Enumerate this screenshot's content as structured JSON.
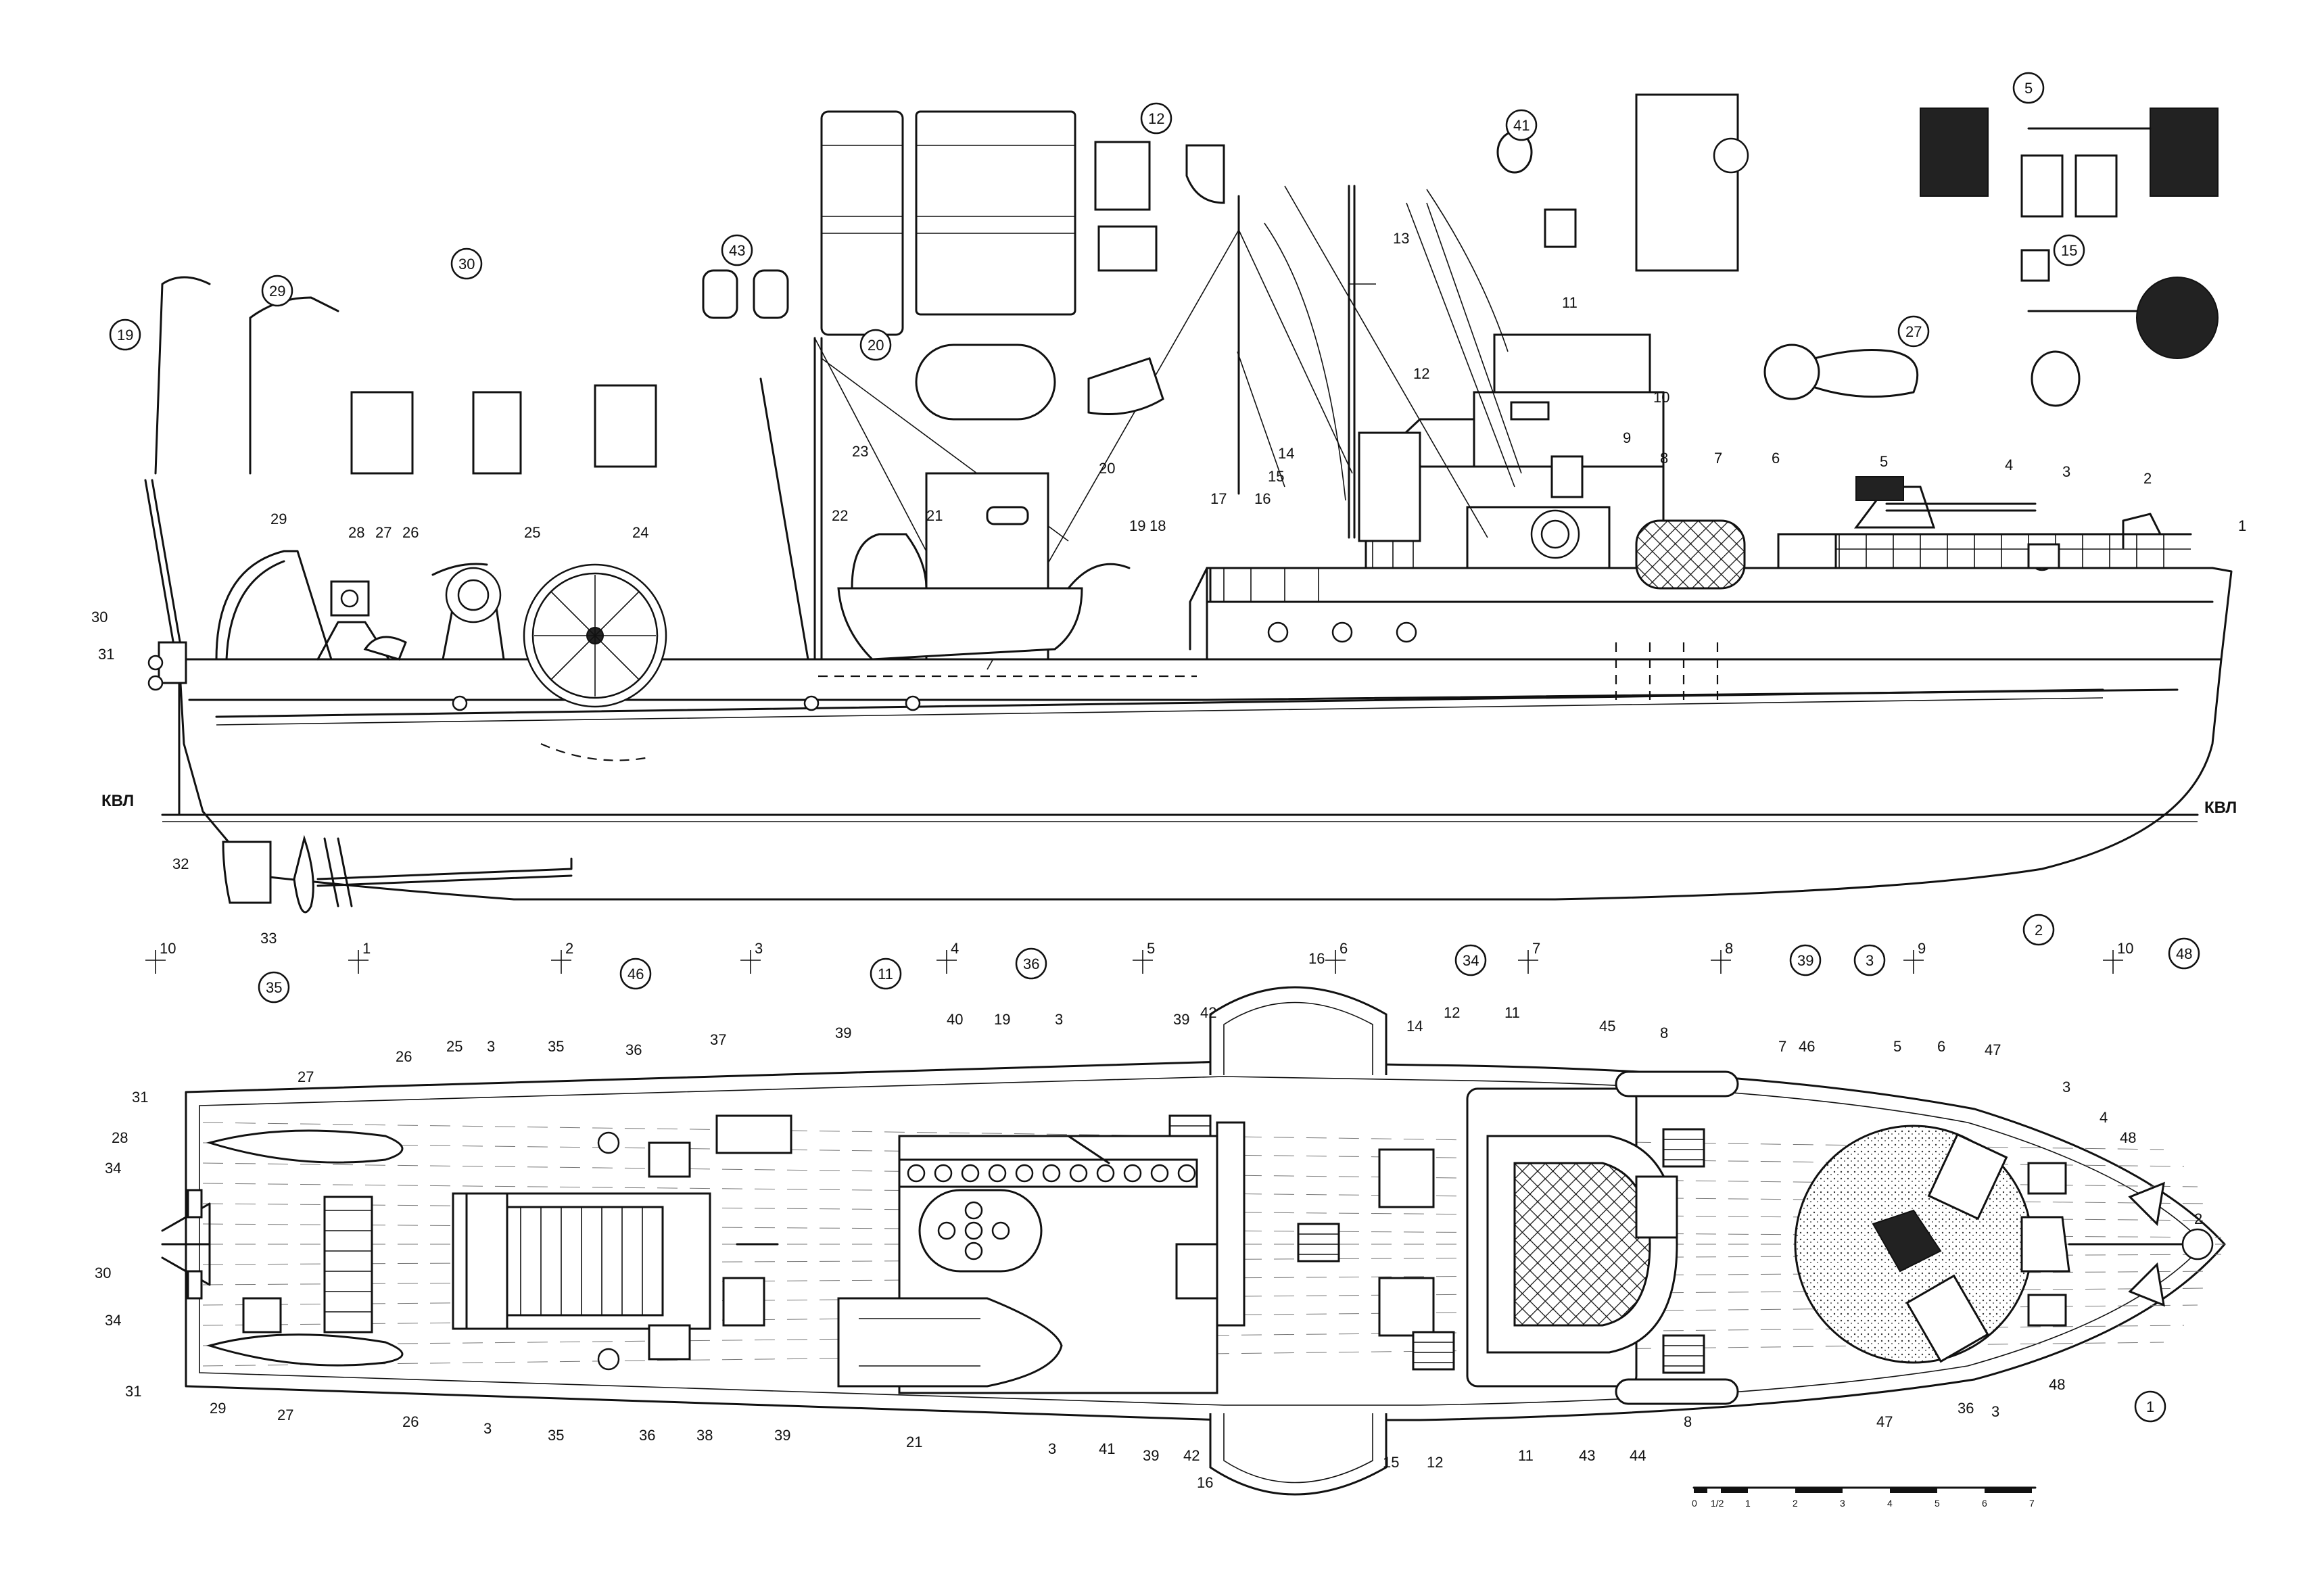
{
  "waterline_label": "КВЛ",
  "side_view_callouts": [
    {
      "id": "c1",
      "text": "1"
    },
    {
      "id": "c2",
      "text": "2"
    },
    {
      "id": "c3",
      "text": "3"
    },
    {
      "id": "c4",
      "text": "4"
    },
    {
      "id": "c5",
      "text": "5"
    },
    {
      "id": "c6",
      "text": "6"
    },
    {
      "id": "c7",
      "text": "7"
    },
    {
      "id": "c8",
      "text": "8"
    },
    {
      "id": "c9",
      "text": "9"
    },
    {
      "id": "c10",
      "text": "10"
    },
    {
      "id": "c11",
      "text": "11"
    },
    {
      "id": "c12",
      "text": "12"
    },
    {
      "id": "c13",
      "text": "13"
    },
    {
      "id": "c14",
      "text": "14"
    },
    {
      "id": "c15",
      "text": "15"
    },
    {
      "id": "c16",
      "text": "16"
    },
    {
      "id": "c17",
      "text": "17"
    },
    {
      "id": "c18",
      "text": "18"
    },
    {
      "id": "c19",
      "text": "19"
    },
    {
      "id": "c20",
      "text": "20"
    },
    {
      "id": "c21",
      "text": "21"
    },
    {
      "id": "c22",
      "text": "22"
    },
    {
      "id": "c23",
      "text": "23"
    },
    {
      "id": "c24",
      "text": "24"
    },
    {
      "id": "c25",
      "text": "25"
    },
    {
      "id": "c26",
      "text": "26"
    },
    {
      "id": "c27",
      "text": "27"
    },
    {
      "id": "c28",
      "text": "28"
    },
    {
      "id": "c29",
      "text": "29"
    },
    {
      "id": "c30",
      "text": "30"
    },
    {
      "id": "c31",
      "text": "31"
    },
    {
      "id": "c32",
      "text": "32"
    },
    {
      "id": "c33",
      "text": "33"
    }
  ],
  "detail_circles": [
    "19",
    "29",
    "30",
    "43",
    "20",
    "12",
    "41",
    "5",
    "15",
    "27",
    "35",
    "46",
    "11",
    "36",
    "34",
    "39",
    "3",
    "2",
    "48",
    "1"
  ],
  "section_marks": [
    "10",
    "1",
    "2",
    "3",
    "4",
    "5",
    "6",
    "7",
    "8",
    "9",
    "10"
  ],
  "plan_callouts": [
    "31",
    "28",
    "34",
    "30",
    "34",
    "31",
    "29",
    "27",
    "26",
    "3",
    "35",
    "36",
    "38",
    "39",
    "21",
    "3",
    "41",
    "39",
    "42",
    "16",
    "15",
    "12",
    "11",
    "43",
    "44",
    "8",
    "36",
    "3",
    "48",
    "47",
    "27",
    "26",
    "25",
    "3",
    "35",
    "36",
    "37",
    "39",
    "40",
    "19",
    "3",
    "39",
    "42",
    "16",
    "14",
    "12",
    "11",
    "45",
    "8",
    "7",
    "46",
    "5",
    "6",
    "47",
    "3",
    "4",
    "48",
    "2"
  ],
  "scale_bar": {
    "labels": [
      "0",
      "1/2",
      "1",
      "2",
      "3",
      "4",
      "5",
      "6",
      "7"
    ]
  }
}
